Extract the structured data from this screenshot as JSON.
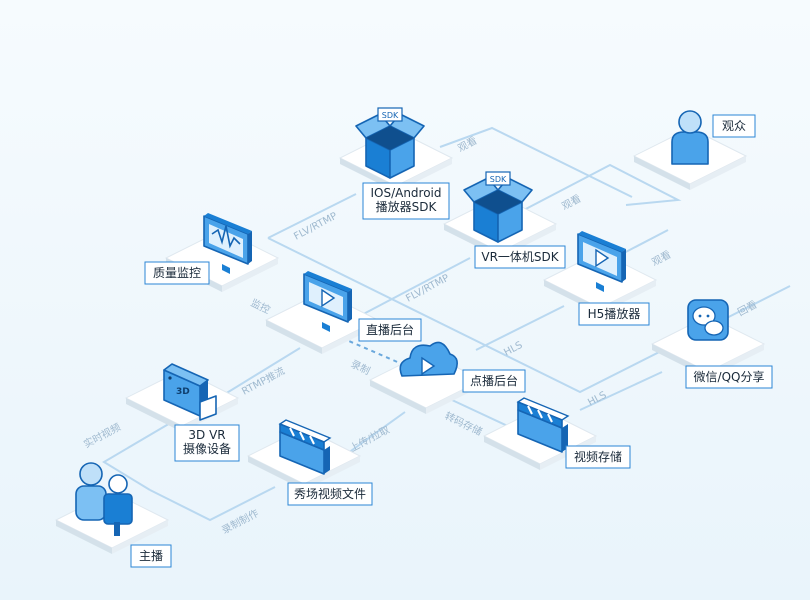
{
  "nodes": {
    "anchor": "主播",
    "camera": "3D VR\n摄像设备",
    "showfile": "秀场视频文件",
    "quality": "质量监控",
    "live_backend": "直播后台",
    "vod_backend": "点播后台",
    "storage": "视频存储",
    "ios_sdk": "IOS/Android\n播放器SDK",
    "vr_sdk": "VR一体机SDK",
    "h5": "H5播放器",
    "wechat": "微信/QQ分享",
    "audience": "观众"
  },
  "edges": {
    "realtime_video": "实时视频",
    "record_make": "录制制作",
    "rtmp_push": "RTMP推流",
    "upload_pull": "上传/拉取",
    "monitor": "监控",
    "record": "录制",
    "transcode_store": "转码存储",
    "flv_rtmp_1": "FLV/RTMP",
    "flv_rtmp_2": "FLV/RTMP",
    "hls_1": "HLS",
    "hls_2": "HLS",
    "watch_1": "观看",
    "watch_2": "观看",
    "watch_3": "观看",
    "replay": "回看"
  },
  "icons": {
    "anchor": "presenter-people-icon",
    "camera": "3d-camera-icon",
    "showfile": "clapperboard-icon",
    "quality": "monitor-waveform-icon",
    "live_backend": "play-screen-icon",
    "vod_backend": "cloud-play-icon",
    "storage": "clapperboard-icon",
    "ios_sdk": "sdk-box-icon",
    "vr_sdk": "sdk-box-icon",
    "h5": "play-screen-icon",
    "wechat": "chat-bubbles-icon",
    "audience": "person-icon"
  },
  "colors": {
    "accent": "#1a7fd4",
    "line": "#b9d8f0",
    "label_border": "#2b86d6"
  }
}
